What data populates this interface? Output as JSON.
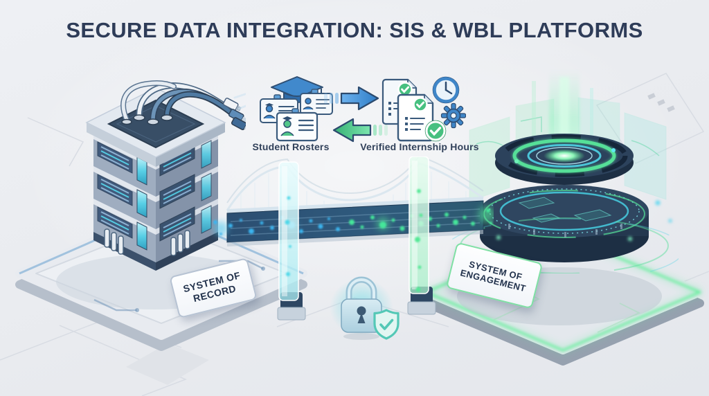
{
  "title": "SECURE DATA INTEGRATION: SIS & WBL PLATFORMS",
  "exchange": {
    "student_rosters_label": "Student Rosters",
    "verified_hours_label": "Verified Internship Hours"
  },
  "system_of_record": {
    "line1": "SYSTEM OF",
    "line2": "RECORD"
  },
  "system_of_engagement": {
    "line1": "SYSTEM OF",
    "line2": "ENGAGEMENT"
  },
  "icons": {
    "student_rosters": "id-cards-with-graduation-cap",
    "verified_hours": "checklist-documents-clock-gear",
    "flow_to_wbl": "arrow-right",
    "flow_to_sis": "arrow-left",
    "security": "padlock-with-shield-check",
    "system_of_record": "server-mainframe-tower-with-cables",
    "system_of_engagement": "holographic-data-disc-platform",
    "connection": "suspension-bridge-with-data-particles"
  },
  "theme": {
    "bg": "#e9ebef",
    "title_color": "#2e3c58",
    "label_color": "#31415a",
    "plaque_text": "#22324c",
    "plaque_border_record": "#b7c3d3",
    "plaque_border_engagement": "#7fe0a4",
    "arrow_blue": "#3f8bd4",
    "arrow_green": "#55cd92",
    "outline_navy": "#2c4a6e",
    "glow_cyan": "#4fd8e8",
    "glow_green": "#55e896",
    "deck_navy": "#2b4e71"
  }
}
